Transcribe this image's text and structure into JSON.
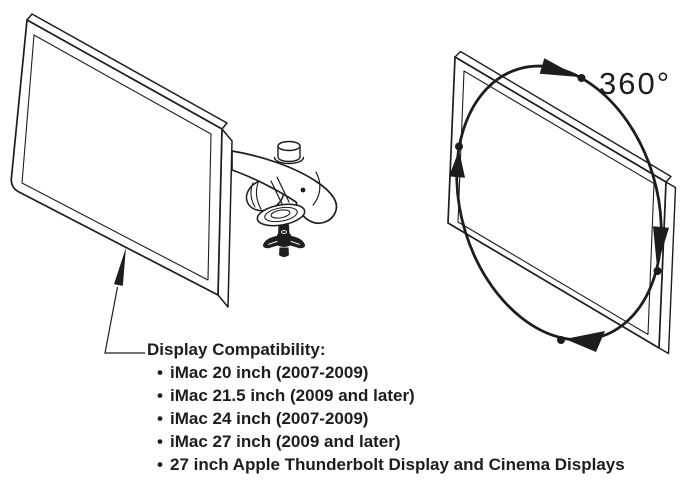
{
  "colors": {
    "line": "#1d1d1b",
    "background": "#ffffff"
  },
  "rotation": {
    "label": "360°"
  },
  "callout": {
    "title": "Display Compatibility:",
    "bullet": "•",
    "items": [
      "iMac 20 inch (2007-2009)",
      "iMac 21.5 inch (2009 and later)",
      "iMac 24 inch (2007-2009)",
      "iMac 27 inch (2009 and later)",
      "27 inch Apple Thunderbolt Display and Cinema Displays"
    ]
  }
}
